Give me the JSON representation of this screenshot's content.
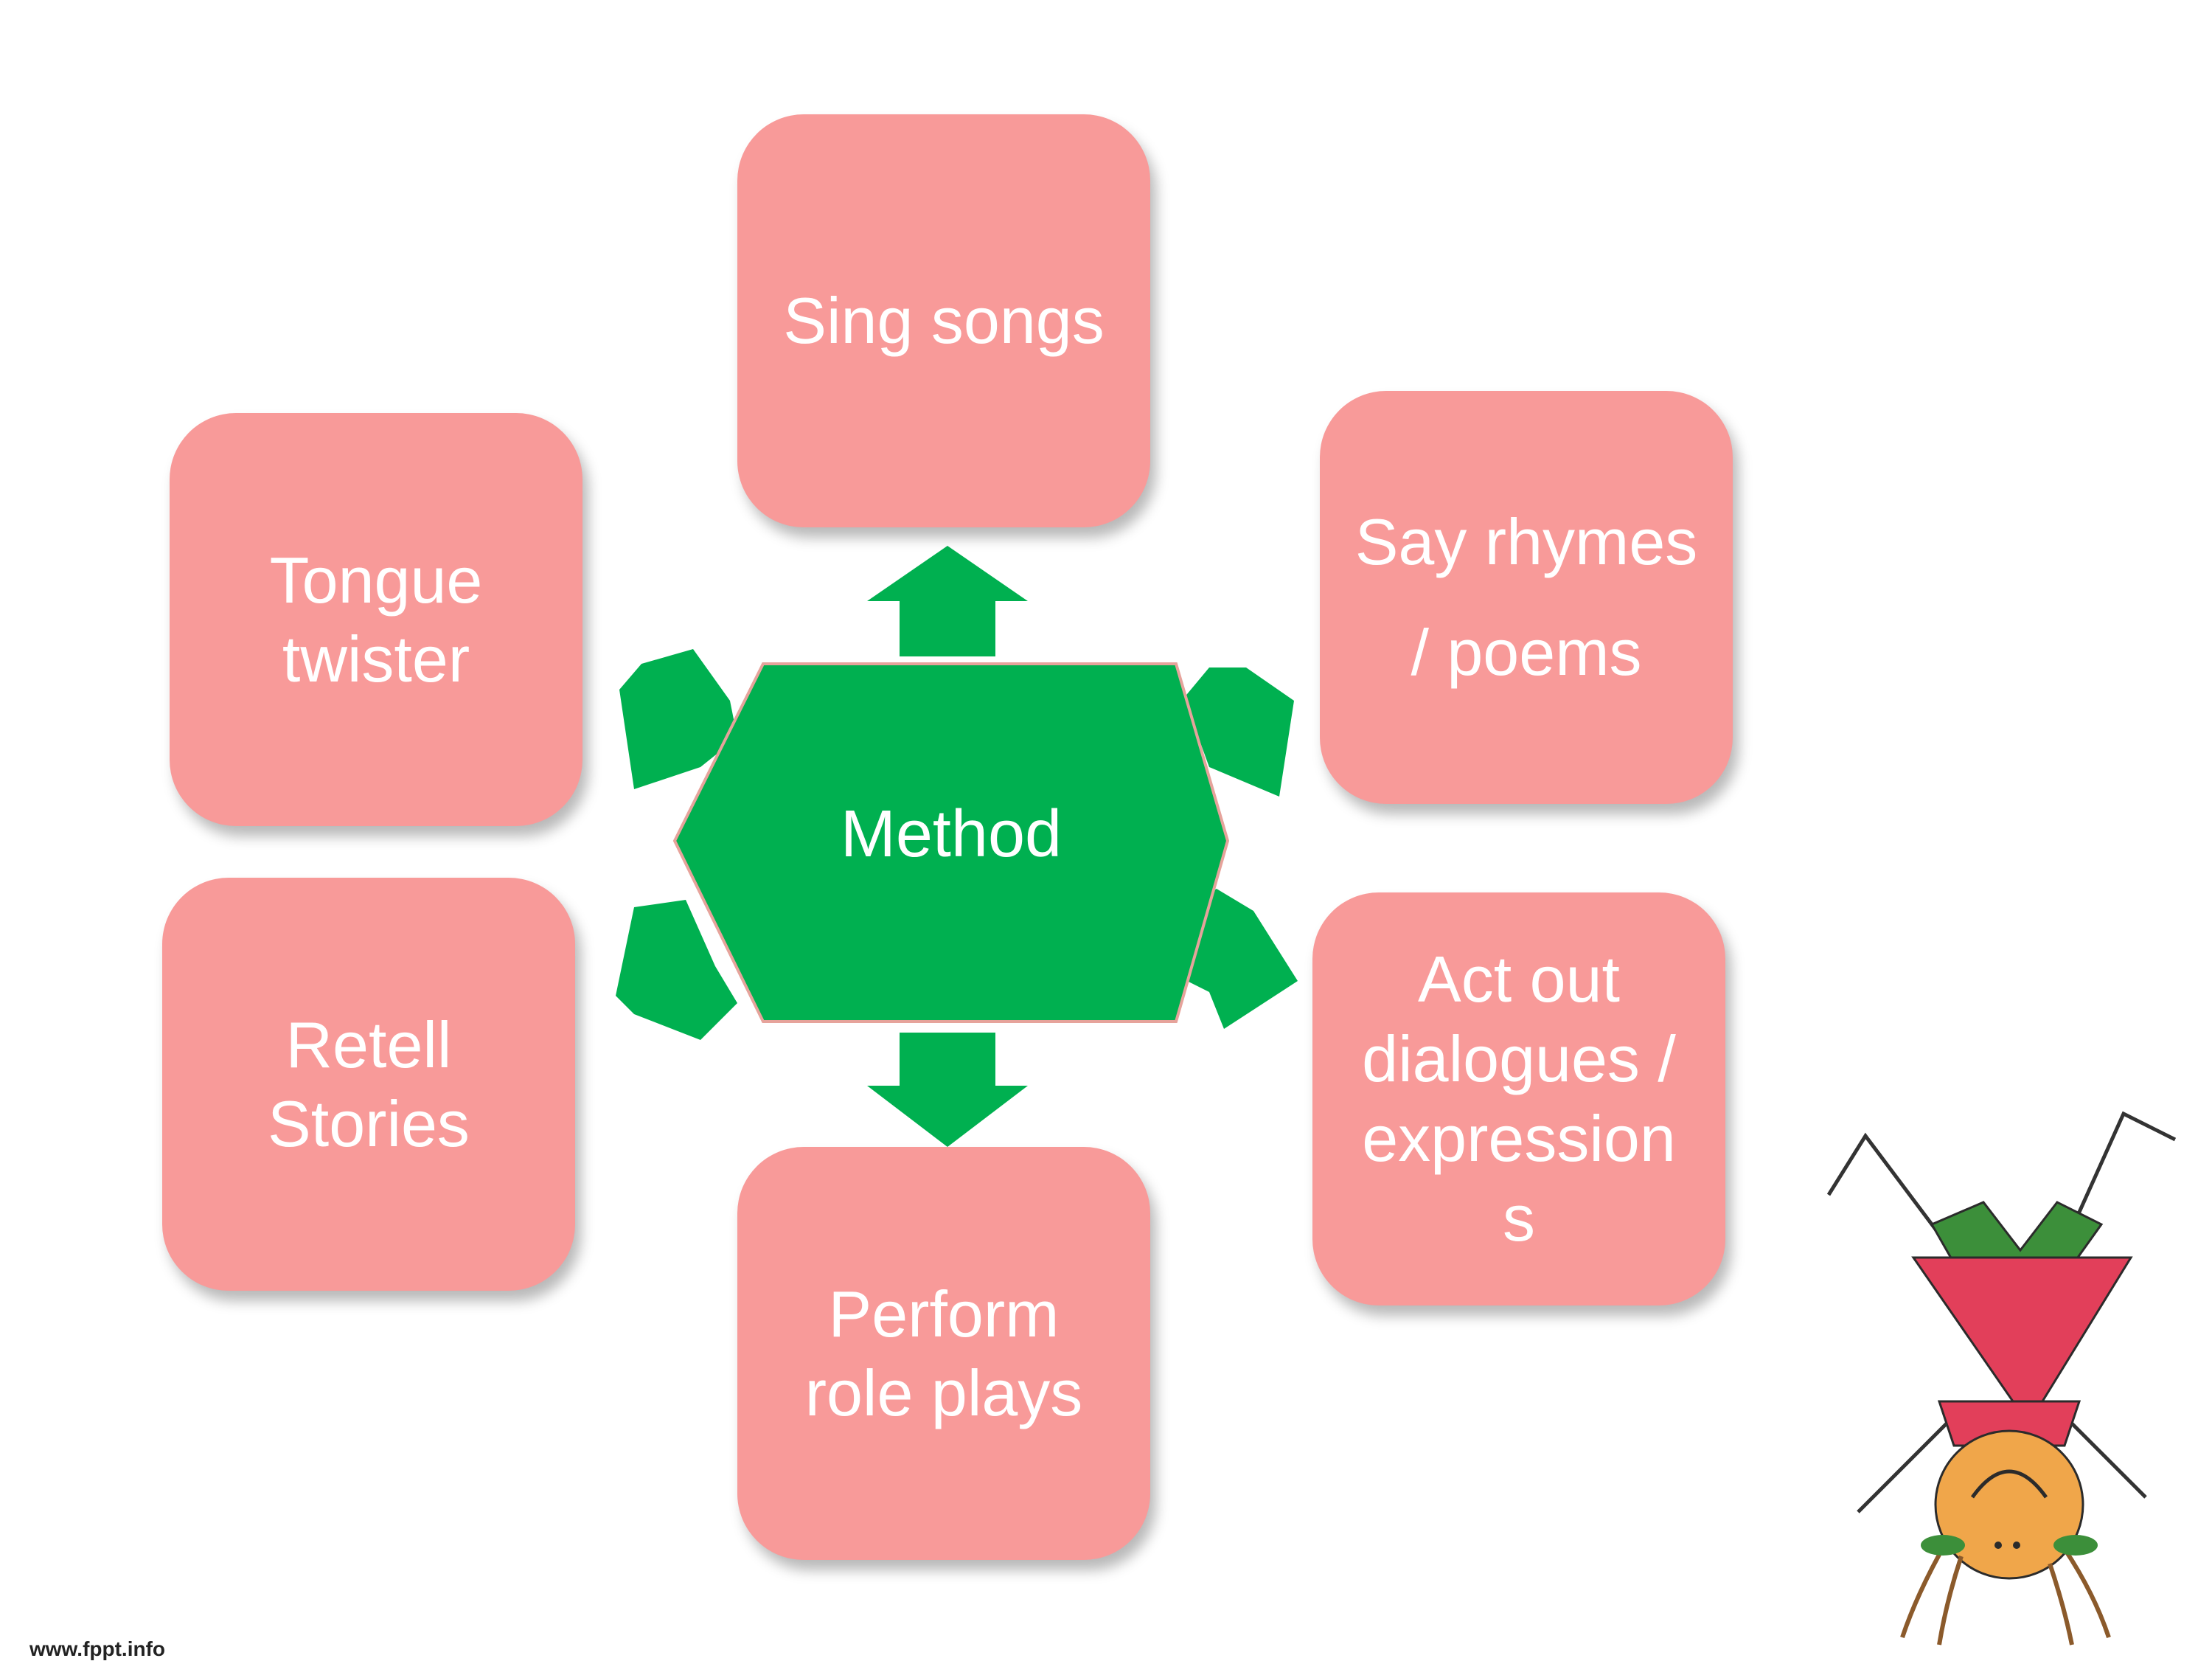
{
  "diagram": {
    "center_label": "Method",
    "nodes": [
      {
        "id": "sing",
        "lines": [
          "Sing songs"
        ]
      },
      {
        "id": "rhymes",
        "lines": [
          "Say rhymes",
          "/ poems"
        ]
      },
      {
        "id": "act",
        "lines": [
          "Act out",
          "dialogues /",
          "expression",
          "s"
        ]
      },
      {
        "id": "perform",
        "lines": [
          "Perform",
          "role plays"
        ]
      },
      {
        "id": "retell",
        "lines": [
          "Retell",
          "Stories"
        ]
      },
      {
        "id": "tongue",
        "lines": [
          "Tongue",
          "twister"
        ]
      }
    ]
  },
  "colors": {
    "node_fill": "#f89a99",
    "center_fill": "#00b050",
    "arrow_fill": "#00b050",
    "text": "#ffffff"
  },
  "footer": {
    "text": "www.fppt.info"
  },
  "decoration": {
    "icon": "upside-down-child-illustration"
  }
}
